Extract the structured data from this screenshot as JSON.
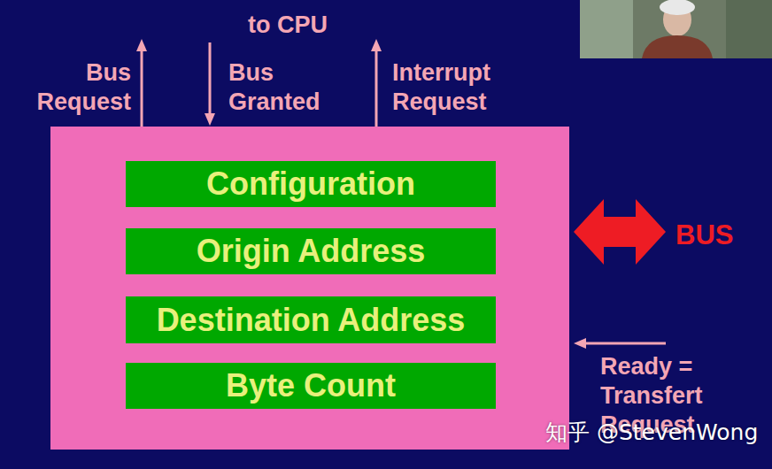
{
  "diagram": {
    "nodes": [
      {
        "text": []
      },
      {
        "text": [
          "Configuration"
        ],
        "in": 0
      },
      {
        "text": [
          "Origin Address"
        ],
        "in": 0
      },
      {
        "text": [
          "Destination Address"
        ],
        "in": 0
      },
      {
        "text": [
          "Byte Count"
        ],
        "in": 0
      }
    ],
    "labels": [
      "to CPU",
      "Bus Request",
      "Bus Granted",
      "Interrupt Request",
      "BUS",
      "Ready = Transfert Request",
      "知乎 @StevenWong"
    ]
  }
}
